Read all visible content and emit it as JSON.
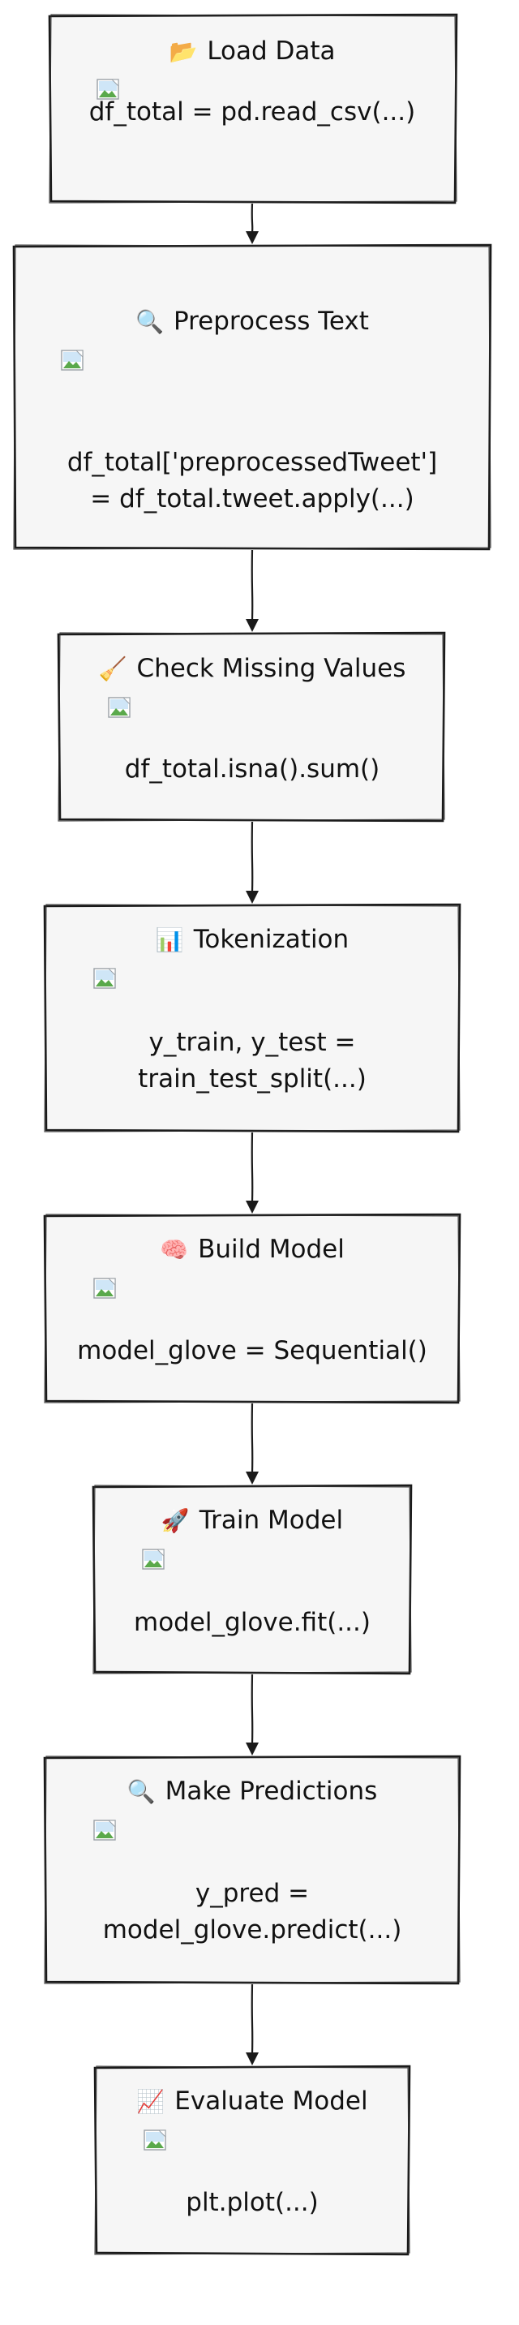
{
  "diagram": {
    "nodes": [
      {
        "id": "load-data",
        "icon": "📂",
        "icon_name": "folder-icon",
        "title": "Load Data",
        "code_lines": [
          "df_total = pd.read_csv(...)"
        ]
      },
      {
        "id": "preprocess-text",
        "icon": "🔍",
        "icon_name": "magnifier-icon",
        "title": "Preprocess Text",
        "code_lines": [
          "df_total['preprocessedTweet']",
          "= df_total.tweet.apply(...)"
        ]
      },
      {
        "id": "check-missing-values",
        "icon": "🧹",
        "icon_name": "broom-icon",
        "title": "Check Missing Values",
        "code_lines": [
          "df_total.isna().sum()"
        ]
      },
      {
        "id": "tokenization",
        "icon": "📊",
        "icon_name": "bar-chart-icon",
        "title": "Tokenization",
        "code_lines": [
          "y_train, y_test =",
          "train_test_split(...)"
        ]
      },
      {
        "id": "build-model",
        "icon": "🧠",
        "icon_name": "brain-icon",
        "title": "Build Model",
        "code_lines": [
          "model_glove = Sequential()"
        ]
      },
      {
        "id": "train-model",
        "icon": "🚀",
        "icon_name": "rocket-icon",
        "title": "Train Model",
        "code_lines": [
          "model_glove.fit(...)"
        ]
      },
      {
        "id": "make-predictions",
        "icon": "🔍",
        "icon_name": "magnifier-icon",
        "title": "Make Predictions",
        "code_lines": [
          "y_pred =",
          "model_glove.predict(...)"
        ]
      },
      {
        "id": "evaluate-model",
        "icon": "📈",
        "icon_name": "line-chart-icon",
        "title": "Evaluate Model",
        "code_lines": [
          "plt.plot(...)"
        ]
      }
    ],
    "edges": [
      [
        "load-data",
        "preprocess-text"
      ],
      [
        "preprocess-text",
        "check-missing-values"
      ],
      [
        "check-missing-values",
        "tokenization"
      ],
      [
        "tokenization",
        "build-model"
      ],
      [
        "build-model",
        "train-model"
      ],
      [
        "train-model",
        "make-predictions"
      ],
      [
        "make-predictions",
        "evaluate-model"
      ]
    ],
    "colors": {
      "stroke": "#1a1a1a",
      "fill": "#f6f6f6",
      "hatch": "#e4e4e4",
      "text": "#111111"
    }
  }
}
